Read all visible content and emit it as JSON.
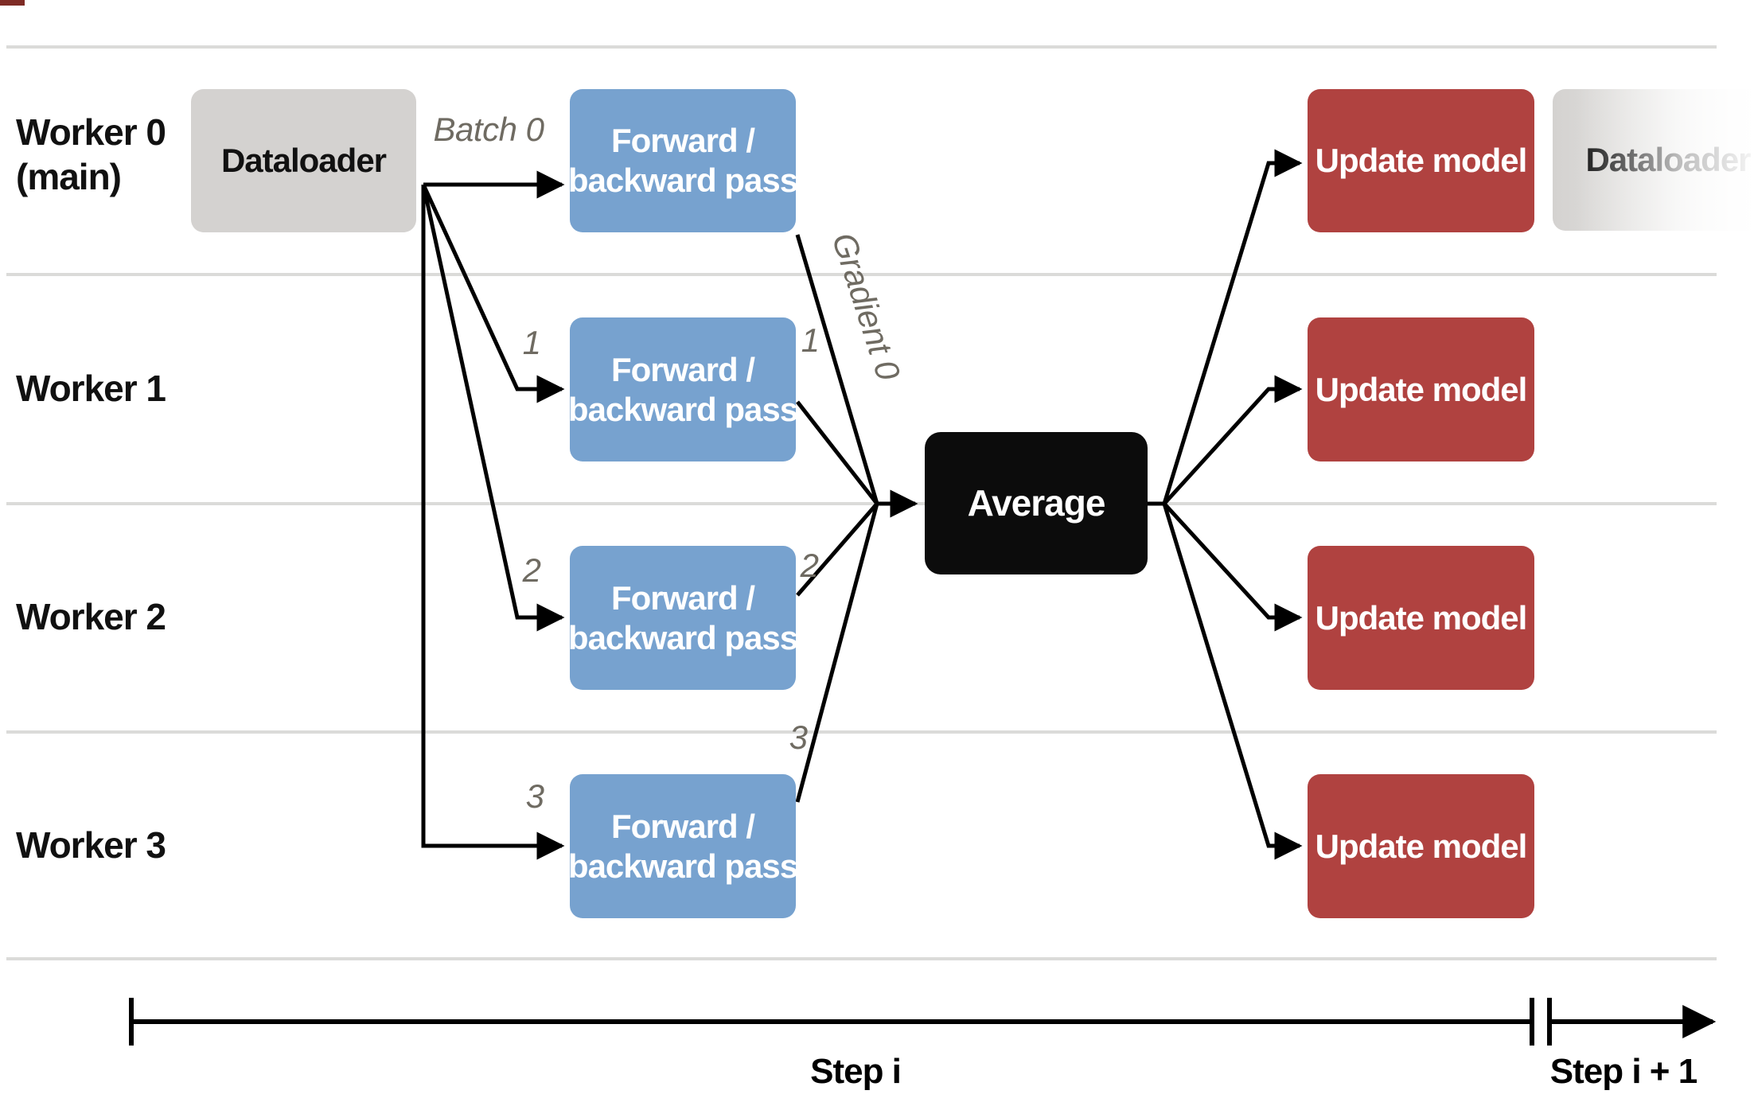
{
  "workers": [
    {
      "line1": "Worker 0",
      "line2": "(main)"
    },
    {
      "line1": "Worker 1"
    },
    {
      "line1": "Worker 2"
    },
    {
      "line1": "Worker 3"
    }
  ],
  "boxes": {
    "dataloader": "Dataloader",
    "forward_backward_line1": "Forward /",
    "forward_backward_line2": "backward pass",
    "average": "Average",
    "update_model": "Update model",
    "next_dataloader": "Dataloader"
  },
  "annotations": {
    "batch0": "Batch 0",
    "gradient0": "Gradient 0",
    "batch_numbers": [
      "1",
      "2",
      "3"
    ],
    "gradient_numbers": [
      "1",
      "2",
      "3"
    ]
  },
  "timeline": {
    "step_i": "Step i",
    "step_i_plus_1": "Step i + 1"
  },
  "colors": {
    "box_blue": "#77a2cf",
    "box_red": "#b04240",
    "box_gray": "#d4d2d0",
    "box_black": "#0c0c0c",
    "lane_line": "#dbdbd9",
    "arrow_black": "#000000",
    "annotation_gray": "#6f6b62"
  }
}
